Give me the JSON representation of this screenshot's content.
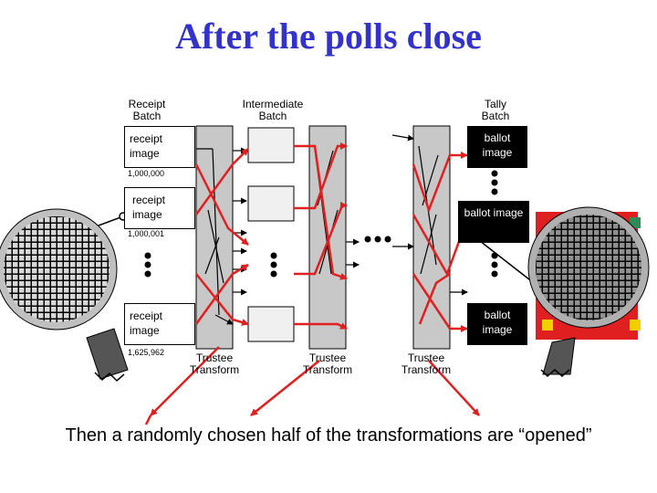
{
  "title": "After the polls close",
  "headers": {
    "receipt_batch": "Receipt\nBatch",
    "intermediate_batch": "Intermediate\nBatch",
    "tally_batch": "Tally\nBatch"
  },
  "receipts": [
    {
      "label": "receipt\nimage",
      "number": "1,000,000"
    },
    {
      "label": "receipt\nimage",
      "number": "1,000,001"
    },
    {
      "label": "receipt\nimage",
      "number": "1,625,962"
    }
  ],
  "ballots": [
    {
      "label": "ballot\nimage"
    },
    {
      "label": "ballot image"
    },
    {
      "label": "ballot\nimage"
    }
  ],
  "transforms": [
    "Trustee\nTransform",
    "Trustee\nTransform",
    "Trustee\nTransform"
  ],
  "footer": "Then a randomly chosen half of the transformations are “opened”",
  "colors": {
    "title": "#3333cc",
    "arrow": "#e02020",
    "column": "#c8c8c8"
  }
}
